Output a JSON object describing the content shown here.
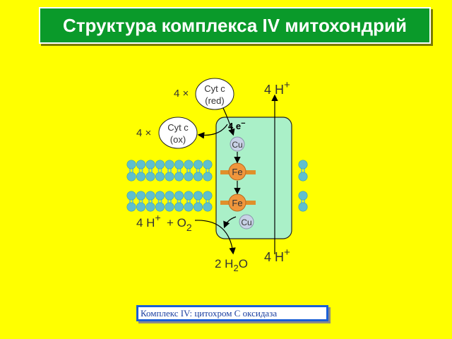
{
  "title": "Структура комплекса IV митохондрий",
  "caption": "Комплекс IV: цитохром С оксидаза",
  "diagram": {
    "cyt_red_multiplier": "4 ×",
    "cyt_red_label_line1": "Cyt c",
    "cyt_red_label_line2": "(red)",
    "cyt_ox_multiplier": "4 ×",
    "cyt_ox_label_line1": "Cyt c",
    "cyt_ox_label_line2": "(ox)",
    "electrons_label": "4 e",
    "electrons_charge": "−",
    "proton_top": "4 H",
    "proton_top_charge": "+",
    "proton_bottom": "4 H",
    "proton_bottom_charge": "+",
    "reactant_protons": "4 H",
    "reactant_protons_charge": "+",
    "reactant_oxygen": "+ O",
    "reactant_oxygen_sub": "2",
    "product_water_prefix": "2 H",
    "product_water_sub": "2",
    "product_water_suffix": "O",
    "center_cu_top": "Cu",
    "center_fe_top": "Fe",
    "center_fe_bottom": "Fe",
    "center_cu_bottom": "Cu"
  },
  "colors": {
    "background": "#ffff00",
    "title_bg": "#0a9a2a",
    "protein": "#aaf0c8",
    "lipid_head": "#5fbfcf",
    "fe_center": "#f0963c",
    "cu_center": "#c8d2e6",
    "caption_border": "#1a5fd6"
  }
}
